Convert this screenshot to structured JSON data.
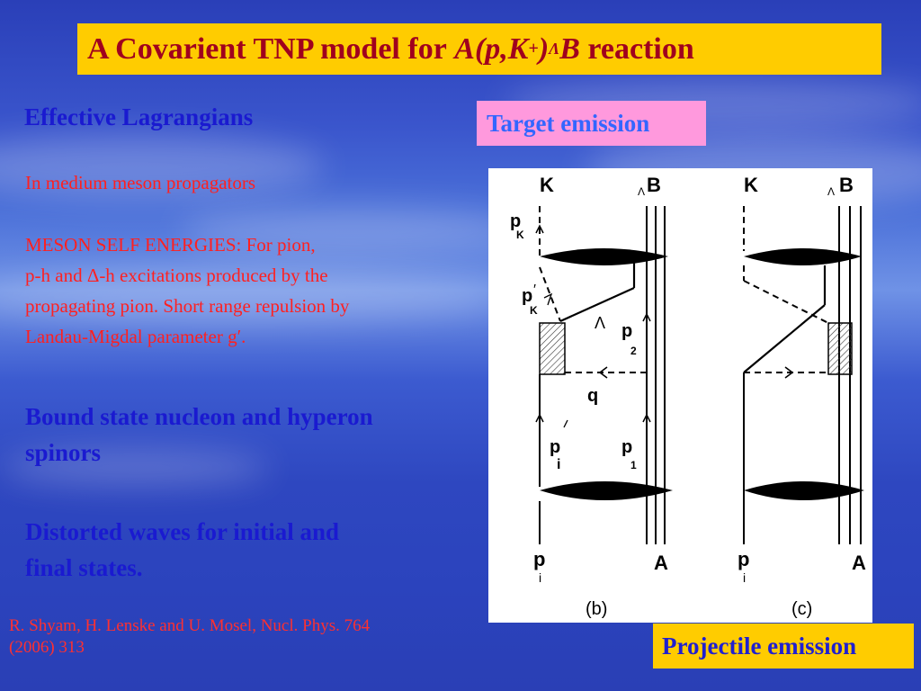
{
  "title": {
    "prefix": "A Covarient TNP model for ",
    "reaction_A": "A(p,K",
    "reaction_plus": "+",
    "reaction_close": ") ",
    "reaction_lambda": "Λ",
    "reaction_B": "B",
    "suffix": " reaction"
  },
  "left": {
    "effective_lagrangians": "Effective Lagrangians",
    "in_medium": "In medium meson propagators",
    "meson_self_line1": "MESON SELF ENERGIES: For pion,",
    "meson_self_line2": "p-h and  Δ-h excitations produced by the",
    "meson_self_line3": "propagating pion. Short range repulsion by",
    "meson_self_line4": "Landau-Migdal parameter g′.",
    "bound_state_line1": "Bound state nucleon and hyperon",
    "bound_state_line2": "spinors",
    "distorted_line1": "Distorted waves for initial and",
    "distorted_line2": "final states."
  },
  "reference": {
    "line1": "R. Shyam, H. Lenske and U. Mosel, Nucl. Phys. 764",
    "line2": "(2006) 313"
  },
  "target_emission": "Target emission",
  "projectile_emission": "Projectile emission",
  "diagram": {
    "b": {
      "K": "K",
      "lambda_sub": "Λ",
      "B": "B",
      "pK_p": "p",
      "pK_sub": "K",
      "pK2_p": "p",
      "pK2_sub": "K",
      "prime": "′",
      "Lambda": "Λ",
      "p2_p": "p",
      "p2_sub": "2",
      "q": "q",
      "pi_p": "p",
      "pi_sub": "i",
      "p1_p": "p",
      "p1_sub": "1",
      "bottom_p": "p",
      "bottom_sub": "i",
      "A": "A",
      "caption": "(b)"
    },
    "c": {
      "K": "K",
      "lambda_sub": "Λ",
      "B": "B",
      "bottom_p": "p",
      "bottom_sub": "i",
      "A": "A",
      "caption": "(c)"
    }
  }
}
